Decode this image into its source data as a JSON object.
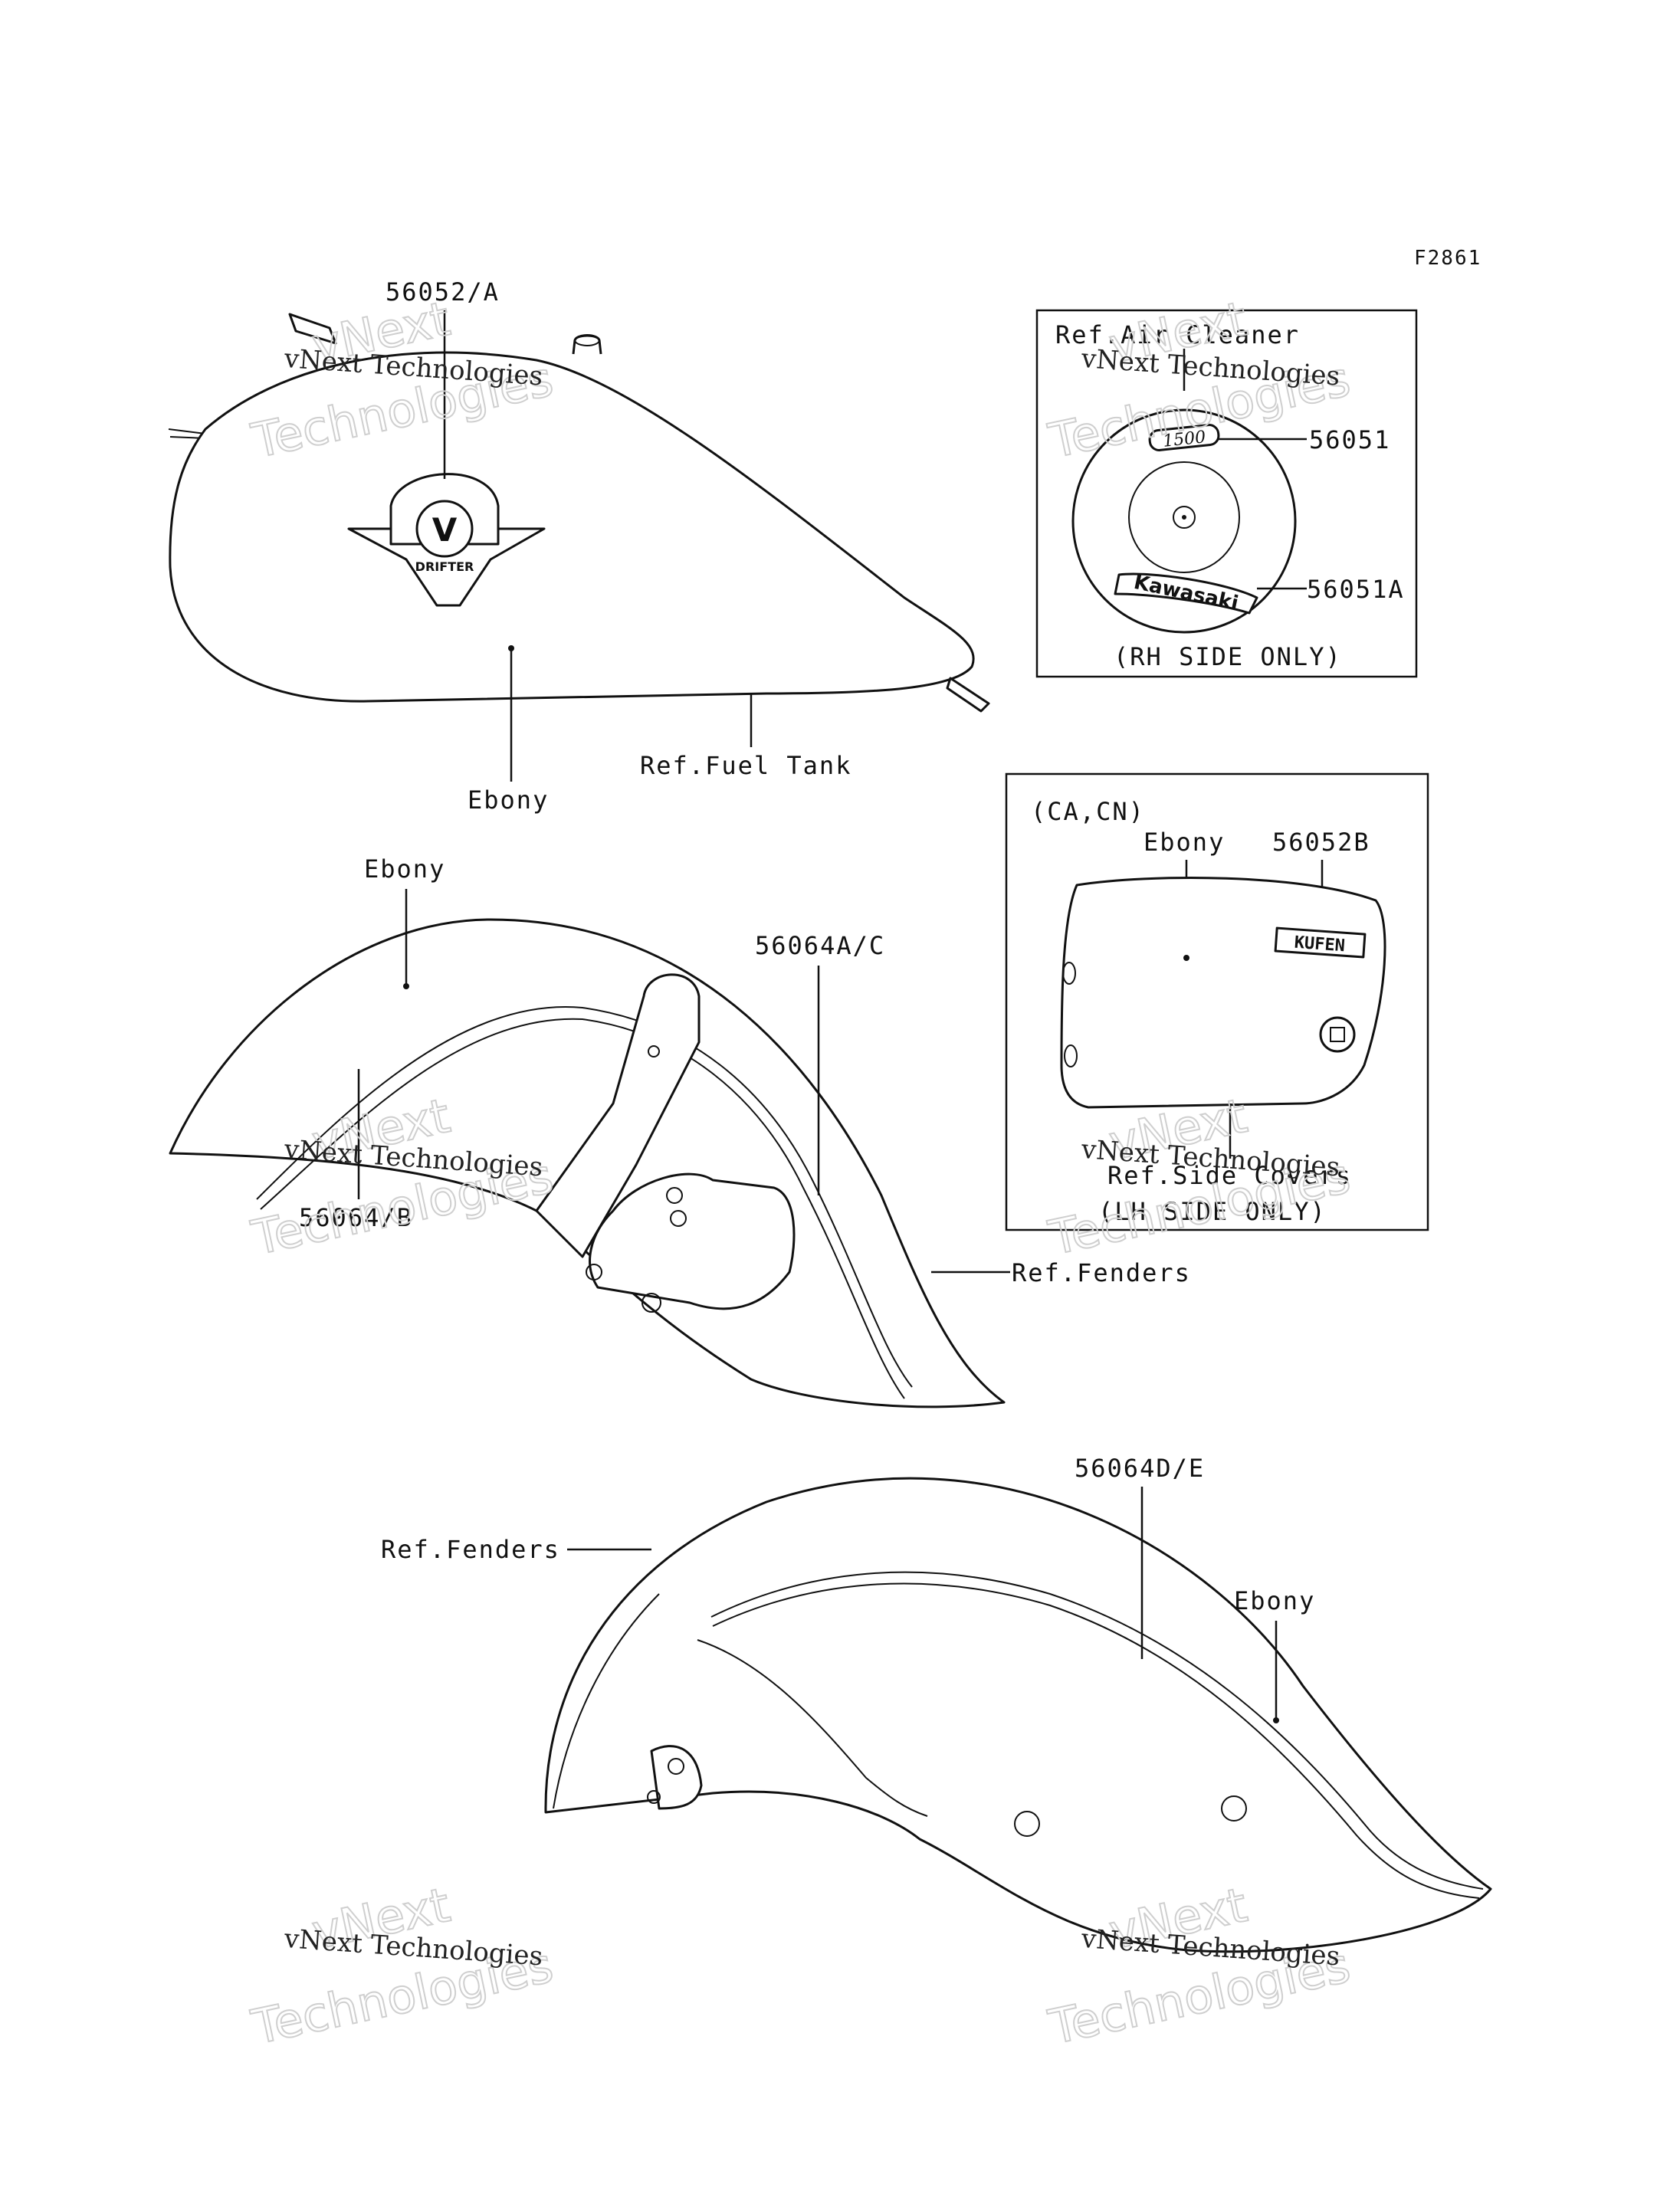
{
  "figure_code": "F2861",
  "labels": {
    "tank_decal": "56052/A",
    "fuel_tank": "Ref.Fuel Tank",
    "ebony": "Ebony",
    "air_cleaner": "Ref.Air Cleaner",
    "air_cleaner_decal_top": "56051",
    "air_cleaner_decal_bottom": "56051A",
    "rh_side_only": "(RH SIDE ONLY)",
    "ca_cn": "(CA,CN)",
    "side_cover_decal": "56052B",
    "side_covers": "Ref.Side Covers",
    "lh_side_only": "(LH SIDE ONLY)",
    "front_fender_stripe": "56064A/C",
    "front_fender_stripe_lower": "56064/B",
    "fenders": "Ref.Fenders",
    "rear_fender_stripe": "56064D/E"
  },
  "decal_text": {
    "tank_emblem_letter": "V",
    "tank_emblem_word": "DRIFTER",
    "air_cleaner_top": "1500",
    "air_cleaner_bottom": "Kawasaki",
    "side_cover_badge": "KUFEN"
  },
  "watermark": {
    "line1": "vNext Technologies",
    "line2": "Technologies",
    "line3": "vNext"
  }
}
